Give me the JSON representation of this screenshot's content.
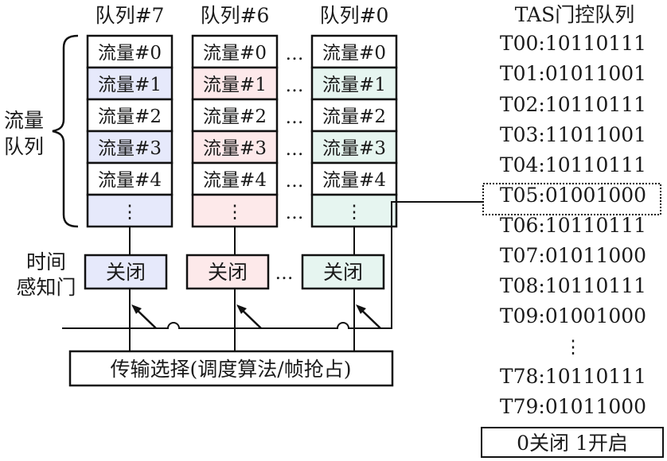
{
  "queues": [
    {
      "title": "队列#7",
      "color": "#e6e9fb",
      "gate": "关闭"
    },
    {
      "title": "队列#6",
      "color": "#fde9ea",
      "gate": "关闭"
    },
    {
      "title": "队列#0",
      "color": "#e6f5f0",
      "gate": "关闭"
    }
  ],
  "flows": [
    "流量#0",
    "流量#1",
    "流量#2",
    "流量#3",
    "流量#4"
  ],
  "labels": {
    "flow_queue_line1": "流量",
    "flow_queue_line2": "队列",
    "gate_line1": "时间",
    "gate_line2": "感知门",
    "transmission": "传输选择(调度算法/帧抢占)",
    "ellipsis": "…",
    "vdots": "⋮"
  },
  "tas": {
    "title": "TAS门控队列",
    "entries": [
      "T00:10110111",
      "T01:01011001",
      "T02:10110111",
      "T03:11011001",
      "T04:10110111",
      "T05:01001000",
      "T06:10110111",
      "T07:01011000",
      "T08:10110111",
      "T09:01001000",
      "T78:10110111",
      "T79:01011000"
    ],
    "highlighted": "T05:01001000",
    "legend": "0关闭  1开启"
  }
}
